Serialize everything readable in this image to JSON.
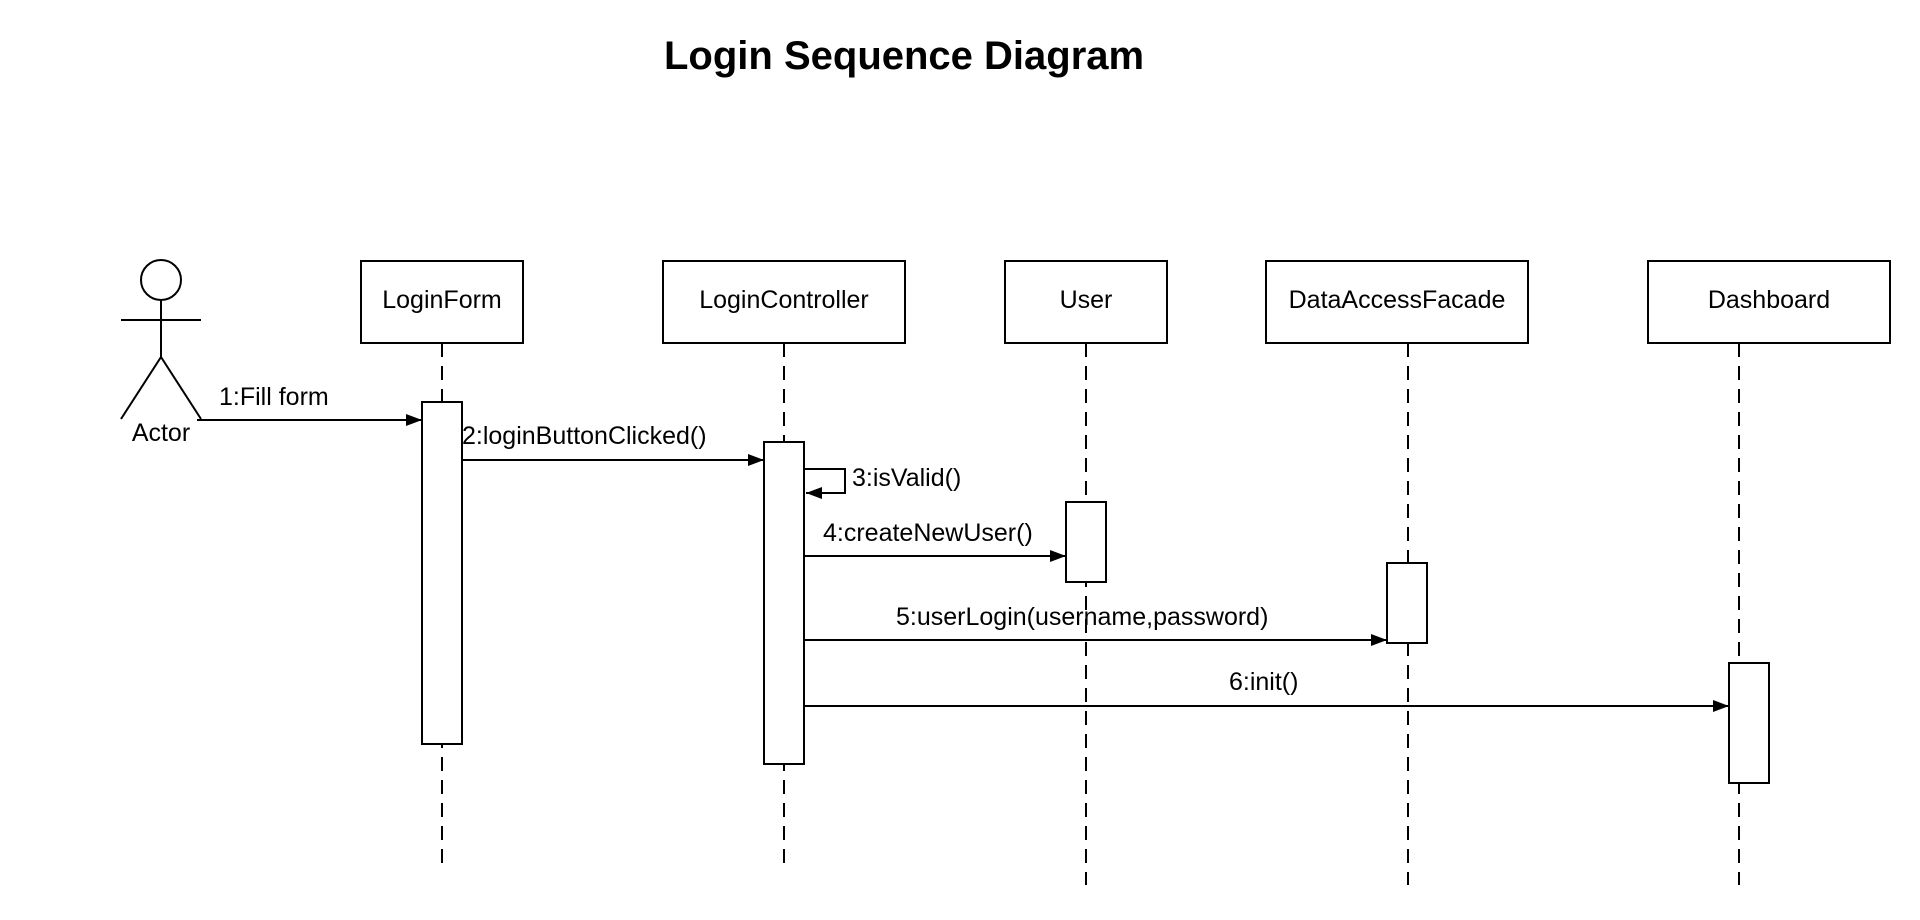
{
  "diagram": {
    "title": "Login Sequence Diagram",
    "actor": {
      "name": "Actor"
    },
    "participants": [
      {
        "id": "login-form",
        "name": "LoginForm"
      },
      {
        "id": "login-controller",
        "name": "LoginController"
      },
      {
        "id": "user",
        "name": "User"
      },
      {
        "id": "data-access-facade",
        "name": "DataAccessFacade"
      },
      {
        "id": "dashboard",
        "name": "Dashboard"
      }
    ],
    "messages": [
      {
        "id": "m1",
        "label": "1:Fill form",
        "from": "actor",
        "to": "login-form"
      },
      {
        "id": "m2",
        "label": "2:loginButtonClicked()",
        "from": "login-form",
        "to": "login-controller"
      },
      {
        "id": "m3",
        "label": "3:isValid()",
        "from": "login-controller",
        "to": "login-controller"
      },
      {
        "id": "m4",
        "label": "4:createNewUser()",
        "from": "login-controller",
        "to": "user"
      },
      {
        "id": "m5",
        "label": "5:userLogin(username,password)",
        "from": "login-controller",
        "to": "data-access-facade"
      },
      {
        "id": "m6",
        "label": "6:init()",
        "from": "login-controller",
        "to": "dashboard"
      }
    ]
  }
}
